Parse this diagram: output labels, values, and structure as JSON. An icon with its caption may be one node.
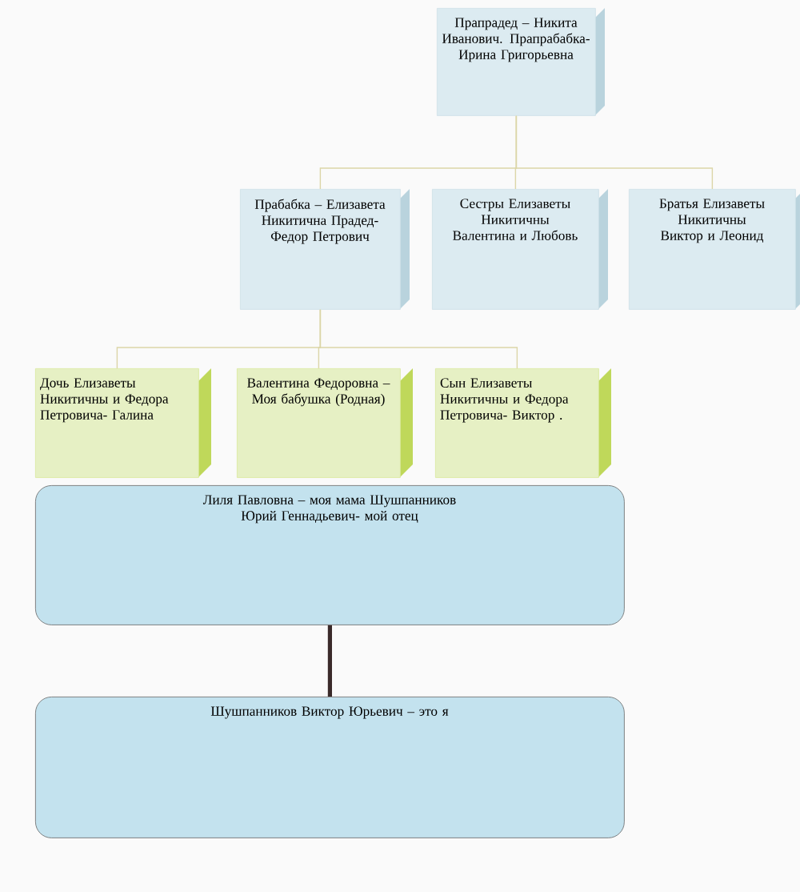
{
  "diagram": {
    "nodes": [
      {
        "text": [
          "Прапрадед – Никита Иванович. Прапрабабка- Ирина Григорьевна"
        ]
      },
      {
        "text": [
          "Прабабка – Елизавета Никитична Прадед- Федор Петрович"
        ]
      },
      {
        "text": [
          "Сестры Елизаветы Никитичны Валентина и Любовь"
        ]
      },
      {
        "text": [
          "Братья Елизаветы Никитичны Виктор и Леонид"
        ]
      },
      {
        "text": [
          "Дочь Елизаветы Никитичны и Федора Петровича- Галина"
        ]
      },
      {
        "text": [
          "Валентина Федоровна – Моя бабушка (Родная)"
        ]
      },
      {
        "text": [
          "Сын Елизаветы Никитичны и Федора Петровича- Виктор ."
        ]
      },
      {
        "text": [
          "Лиля Павловна – моя мама Шушпанников Юрий Геннадьевич- мой отец"
        ]
      },
      {
        "text": [
          "Шушпанников Виктор Юрьевич – это я"
        ]
      }
    ],
    "edges": [
      {
        "from": 0,
        "to": 1,
        "arrow": "none"
      },
      {
        "from": 0,
        "to": 2,
        "arrow": "none"
      },
      {
        "from": 0,
        "to": 3,
        "arrow": "none"
      },
      {
        "from": 1,
        "to": 4,
        "arrow": "none"
      },
      {
        "from": 1,
        "to": 5,
        "arrow": "none"
      },
      {
        "from": 1,
        "to": 6,
        "arrow": "none"
      },
      {
        "from": 7,
        "to": 8,
        "arrow": "none",
        "style": "thick",
        "color": "#3a2a2a"
      }
    ]
  }
}
